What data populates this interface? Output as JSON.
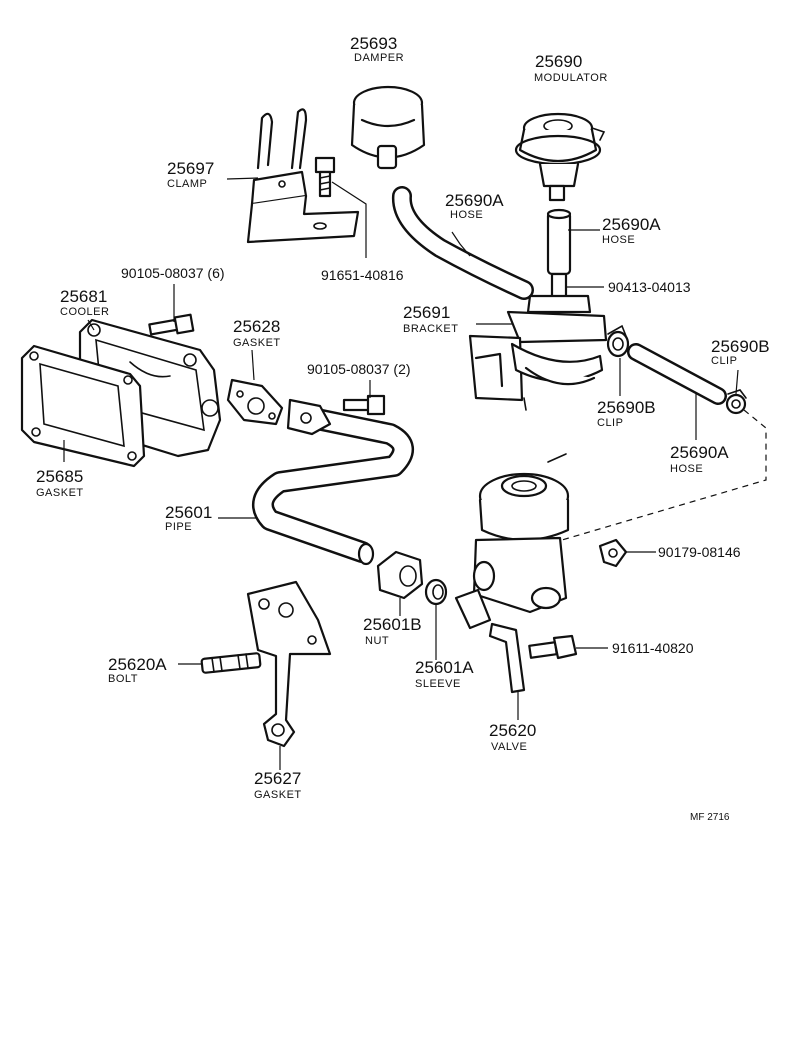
{
  "parts": [
    {
      "number": "25693",
      "name": "DAMPER"
    },
    {
      "number": "25690",
      "name": "MODULATOR"
    },
    {
      "number": "25697",
      "name": "CLAMP"
    },
    {
      "number": "25690A",
      "name": "HOSE"
    },
    {
      "number": "25690A",
      "name": "HOSE"
    },
    {
      "number": "91651-40816",
      "name": ""
    },
    {
      "number": "90105-08037 (6)",
      "name": ""
    },
    {
      "number": "90413-04013",
      "name": ""
    },
    {
      "number": "25681",
      "name": "COOLER"
    },
    {
      "number": "25691",
      "name": "BRACKET"
    },
    {
      "number": "25628",
      "name": "GASKET"
    },
    {
      "number": "25690B",
      "name": "CLIP"
    },
    {
      "number": "90105-08037 (2)",
      "name": ""
    },
    {
      "number": "25690B",
      "name": "CLIP"
    },
    {
      "number": "25685",
      "name": "GASKET"
    },
    {
      "number": "25690A",
      "name": "HOSE"
    },
    {
      "number": "25601",
      "name": "PIPE"
    },
    {
      "number": "90179-08146",
      "name": ""
    },
    {
      "number": "25601B",
      "name": "NUT"
    },
    {
      "number": "25620A",
      "name": "BOLT"
    },
    {
      "number": "91611-40820",
      "name": ""
    },
    {
      "number": "25601A",
      "name": "SLEEVE"
    },
    {
      "number": "25620",
      "name": "VALVE"
    },
    {
      "number": "25627",
      "name": "GASKET"
    }
  ],
  "figure_code": "MF 2716"
}
